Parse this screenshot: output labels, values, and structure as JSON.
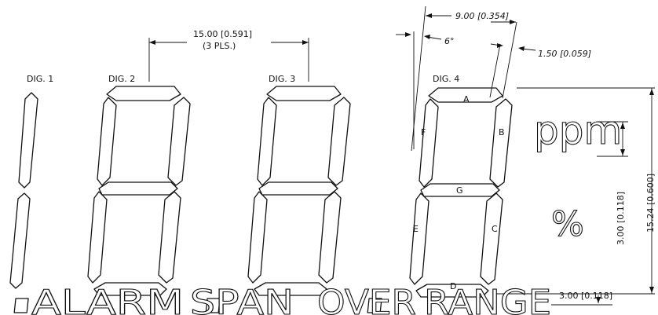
{
  "digits": [
    {
      "label": "DIG. 1"
    },
    {
      "label": "DIG. 2"
    },
    {
      "label": "DIG. 3"
    },
    {
      "label": "DIG. 4"
    }
  ],
  "segment_labels": [
    "A",
    "B",
    "C",
    "D",
    "E",
    "F",
    "G"
  ],
  "dimensions": {
    "digit_pitch": "15.00 [0.591]",
    "digit_pitch_note": "(3 PLS.)",
    "segment_width": "9.00 [0.354]",
    "slant_angle": "6°",
    "segment_thickness": "1.50 [0.059]",
    "unit_height": "3.00 [0.118]",
    "digit_height": "15.24 [0.600]",
    "legend_height": "3.00 [0.118]"
  },
  "units": {
    "ppm": "ppm",
    "percent": "%"
  },
  "legend": {
    "alarm": "ALARM",
    "span": "SPAN",
    "over": "OVER",
    "range": "RANGE"
  }
}
